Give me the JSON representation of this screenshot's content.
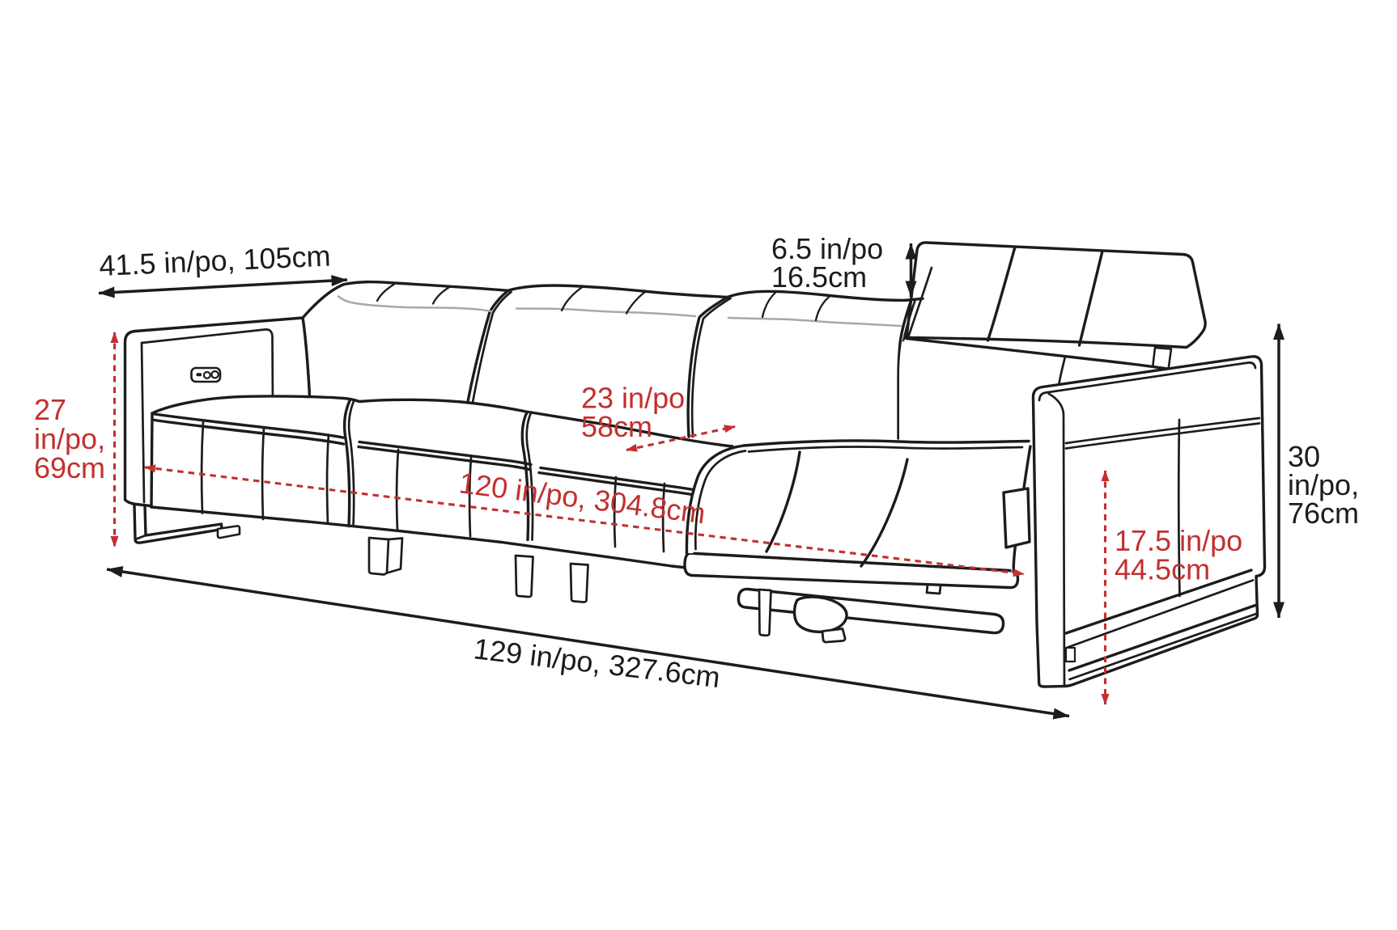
{
  "figure": {
    "background": "#ffffff",
    "line_color": "#1c1c1c",
    "red_color": "#c23030",
    "gray_color": "#a8a8a8",
    "subject": "sofa-dimensions-line-drawing"
  },
  "dimensions": {
    "arm_depth": {
      "label": "41.5 in/po, 105cm",
      "color": "black"
    },
    "headrest_rise": {
      "line1": "6.5 in/po",
      "line2": "16.5cm",
      "color": "black"
    },
    "seat_height": {
      "line1": "27",
      "line2": "in/po,",
      "line3": "69cm",
      "color": "red"
    },
    "seat_depth": {
      "line1": "23 in/po",
      "line2": "58cm",
      "color": "red"
    },
    "interior_width": {
      "label": "120 in/po, 304.8cm",
      "color": "red"
    },
    "footrest_height": {
      "line1": "17.5 in/po",
      "line2": "44.5cm",
      "color": "red"
    },
    "back_height": {
      "line1": "30",
      "line2": "in/po,",
      "line3": "76cm",
      "color": "black"
    },
    "overall_width": {
      "label": "129 in/po, 327.6cm",
      "color": "black"
    }
  }
}
